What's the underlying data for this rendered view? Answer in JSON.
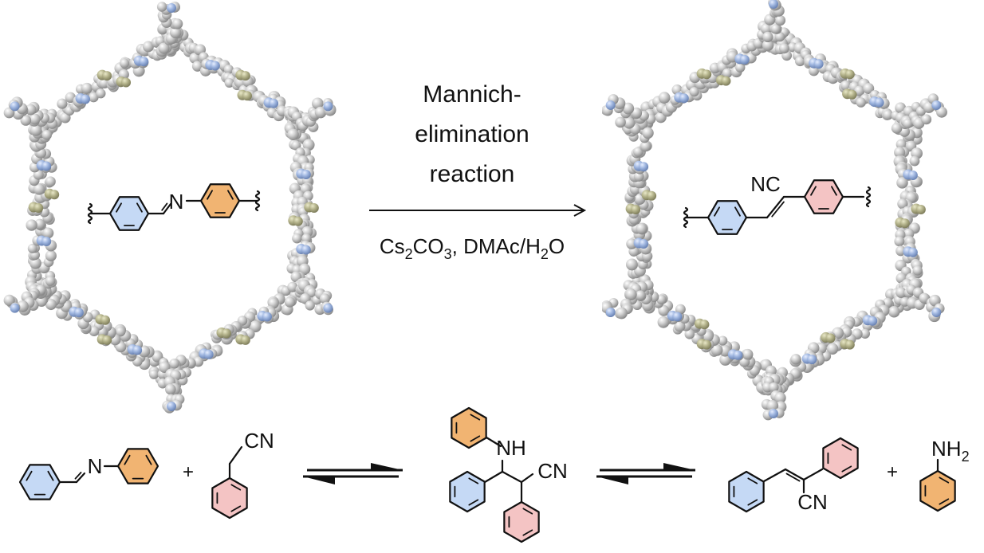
{
  "colors": {
    "ring_blue": "#c5d9f5",
    "ring_orange": "#f1b472",
    "ring_pink": "#f4c4c4",
    "atom_carbon": "#c9c9c9",
    "atom_carbon_shade": "#8f8f8f",
    "atom_nitrogen": "#9fb6e0",
    "atom_sulfur": "#b3b28a",
    "ink": "#111111"
  },
  "top": {
    "left_framework": {
      "name": "imine-linked COF pore",
      "linker_label": "N"
    },
    "reaction_arrow": {
      "title_lines": [
        "Mannich-",
        "elimination",
        "reaction"
      ],
      "conditions": {
        "parts": [
          {
            "text": "Cs",
            "sub": false
          },
          {
            "text": "2",
            "sub": true
          },
          {
            "text": "CO",
            "sub": false
          },
          {
            "text": "3",
            "sub": true
          },
          {
            "text": ", DMAc/H",
            "sub": false
          },
          {
            "text": "2",
            "sub": true
          },
          {
            "text": "O",
            "sub": false
          }
        ]
      }
    },
    "right_framework": {
      "name": "vinylene(cyano)-linked COF pore",
      "linker_label": "NC"
    }
  },
  "bottom": {
    "reactant_imine": {
      "n_label": "N"
    },
    "plus_1": "+",
    "reactant_nitrile": {
      "cn_label": "CN"
    },
    "intermediate": {
      "nh_label": "NH",
      "cn_label": "CN"
    },
    "product_alkene": {
      "cn_label": "CN"
    },
    "plus_2": "+",
    "product_aniline": {
      "nh2_label": "NH",
      "nh2_sub": "2"
    }
  }
}
